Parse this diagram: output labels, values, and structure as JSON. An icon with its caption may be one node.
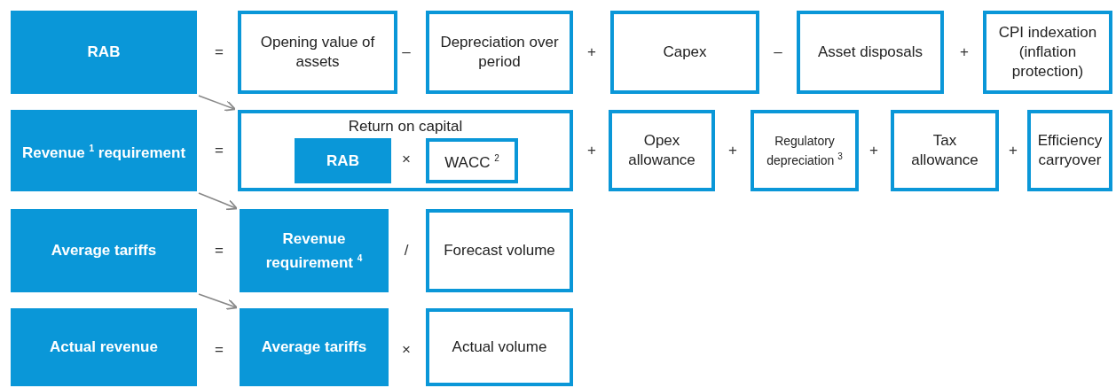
{
  "diagram": {
    "nodes": [
      {
        "text": [
          "RAB"
        ]
      },
      {
        "text": [
          "Opening value of assets"
        ]
      },
      {
        "text": [
          "Depreciation over period"
        ]
      },
      {
        "text": [
          "Capex"
        ]
      },
      {
        "text": [
          "Asset disposals"
        ]
      },
      {
        "text": [
          "CPI indexation (inflation protection)"
        ]
      },
      {
        "text": [
          "Revenue $^{1}$ requirement"
        ]
      },
      {
        "text": [
          "Return on capital"
        ]
      },
      {
        "text": [
          "RAB"
        ],
        "in": 7
      },
      {
        "text": [
          "WACC $^{2}$"
        ],
        "in": 7
      },
      {
        "text": [
          "Opex allowance"
        ]
      },
      {
        "text": [
          "Regulatory depreciation $^{3}$"
        ]
      },
      {
        "text": [
          "Tax allowance"
        ]
      },
      {
        "text": [
          "Efficiency carryover"
        ]
      },
      {
        "text": [
          "Average tariffs"
        ]
      },
      {
        "text": [
          "Revenue requirement $^{4}$"
        ]
      },
      {
        "text": [
          "Forecast volume"
        ]
      },
      {
        "text": [
          "Actual revenue"
        ]
      },
      {
        "text": [
          "Average tariffs"
        ]
      },
      {
        "text": [
          "Actual volume"
        ]
      }
    ],
    "edges": [
      {
        "from": 0,
        "to": 7,
        "arrow": "to"
      },
      {
        "from": 6,
        "to": 15,
        "arrow": "to"
      },
      {
        "from": 14,
        "to": 18,
        "arrow": "to"
      }
    ],
    "labels": [
      "=",
      "–",
      "+",
      "–",
      "+",
      "=",
      "×",
      "+",
      "+",
      "+",
      "+",
      "=",
      "/",
      "=",
      "×"
    ]
  }
}
